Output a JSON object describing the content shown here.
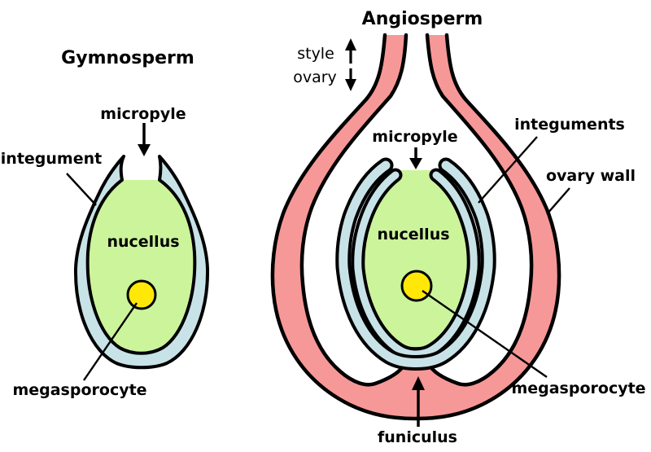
{
  "colors": {
    "ovary_wall": "#F69897",
    "integument": "#C8E3E8",
    "nucellus": "#CCF49B",
    "megasporocyte": "#FFE708",
    "outline": "#000000",
    "background": "#FFFFFF"
  },
  "gymnosperm": {
    "title": "Gymnosperm",
    "labels": {
      "micropyle": "micropyle",
      "integument": "integument",
      "nucellus": "nucellus",
      "megasporocyte": "megasporocyte"
    }
  },
  "angiosperm": {
    "title": "Angiosperm",
    "labels": {
      "style": "style",
      "ovary": "ovary",
      "micropyle": "micropyle",
      "integuments": "integuments",
      "ovary_wall": "ovary wall",
      "nucellus": "nucellus",
      "megasporocyte": "megasporocyte",
      "funiculus": "funiculus"
    }
  }
}
